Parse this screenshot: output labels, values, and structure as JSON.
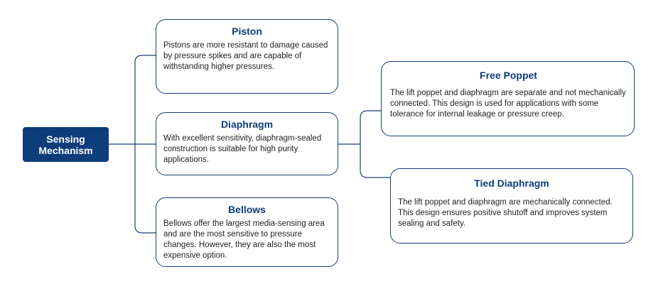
{
  "root": {
    "label": "Sensing Mechanism"
  },
  "nodes": {
    "piston": {
      "title": "Piston",
      "description": "Pistons are more resistant to damage caused by pressure spikes and are capable of withstanding higher pressures."
    },
    "diaphragm": {
      "title": "Diaphragm",
      "description": "With excellent sensitivity, diaphragm-sealed construction is suitable for high purity applications."
    },
    "bellows": {
      "title": "Bellows",
      "description": "Bellows offer the largest media-sensing area and are the most sensitive to pressure changes. However, they are also the most expensive option."
    },
    "free_poppet": {
      "title": "Free Poppet",
      "description": "The lift poppet and diaphragm are separate and not mechanically connected. This design is used for applications with some tolerance for internal leakage or pressure creep."
    },
    "tied_diaphragm": {
      "title": "Tied Diaphragm",
      "description": "The lift poppet and diaphragm are mechanically connected. This design ensures positive shutoff and improves system sealing and safety."
    }
  },
  "colors": {
    "accent": "#0d3d7a",
    "border": "#1b3c73",
    "connector": "#1b3c73"
  }
}
